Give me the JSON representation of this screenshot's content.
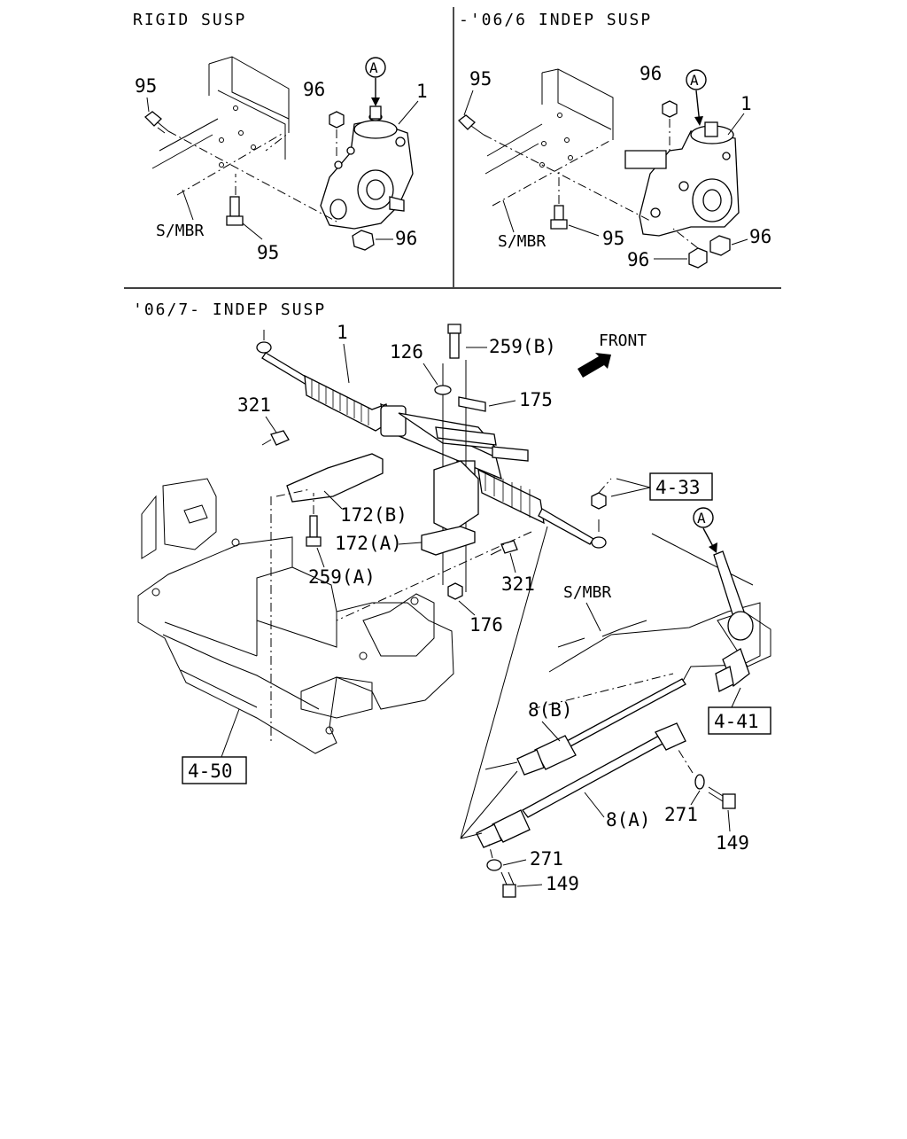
{
  "sections": {
    "rigid_title": "RIGID SUSP",
    "indep_early_title": "-'06/6 INDEP SUSP",
    "indep_late_title": "'06/7- INDEP SUSP"
  },
  "direction": {
    "front": "FRONT"
  },
  "circle_marker": "A",
  "member_label": "S/MBR",
  "labels": {
    "gear_box": "1",
    "bolt_95": "95",
    "nut_96": "96",
    "rack": "1",
    "bolt_259b": "259(B)",
    "washer_126": "126",
    "plate_175": "175",
    "bolt_321": "321",
    "bracket_172b": "172(B)",
    "bracket_172a": "172(A)",
    "bolt_259a": "259(A)",
    "nut_176": "176",
    "shaft_8b": "8(B)",
    "shaft_8a": "8(A)",
    "washer_271": "271",
    "bolt_149": "149"
  },
  "refs": {
    "ref_433": "4-33",
    "ref_441": "4-41",
    "ref_450": "4-50"
  }
}
